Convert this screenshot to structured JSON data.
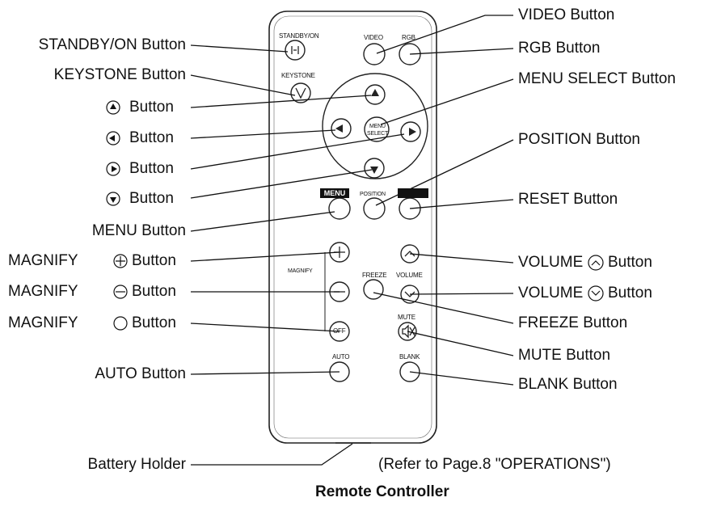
{
  "left_labels": {
    "standby": "STANDBY/ON Button",
    "keystone": "KEYSTONE Button",
    "up": "Button",
    "left": "Button",
    "right": "Button",
    "down": "Button",
    "menu": "MENU Button",
    "mag_plus_pre": "MAGNIFY",
    "mag_plus_post": "Button",
    "mag_minus_pre": "MAGNIFY",
    "mag_minus_post": "Button",
    "mag_off_pre": "MAGNIFY",
    "mag_off_post": "Button",
    "auto": "AUTO Button",
    "battery": "Battery Holder"
  },
  "right_labels": {
    "video": "VIDEO Button",
    "rgb": "RGB Button",
    "menu_select": "MENU SELECT Button",
    "position": "POSITION Button",
    "reset": "RESET Button",
    "vol_up_pre": "VOLUME",
    "vol_up_post": "Button",
    "vol_down_pre": "VOLUME",
    "vol_down_post": "Button",
    "freeze": "FREEZE Button",
    "mute": "MUTE Button",
    "blank": "BLANK Button"
  },
  "remote_labels": {
    "standby": "STANDBY/ON",
    "video": "VIDEO",
    "rgb": "RGB",
    "keystone": "KEYSTONE",
    "menu_select_1": "MENU",
    "menu_select_2": "SELECT",
    "menu": "MENU",
    "position": "POSITION",
    "magnify": "MAGNIFY",
    "freeze": "FREEZE",
    "volume": "VOLUME",
    "mute": "MUTE",
    "auto": "AUTO",
    "blank": "BLANK",
    "off": "OFF"
  },
  "note": "(Refer to Page.8 \"OPERATIONS\")",
  "caption": "Remote Controller"
}
